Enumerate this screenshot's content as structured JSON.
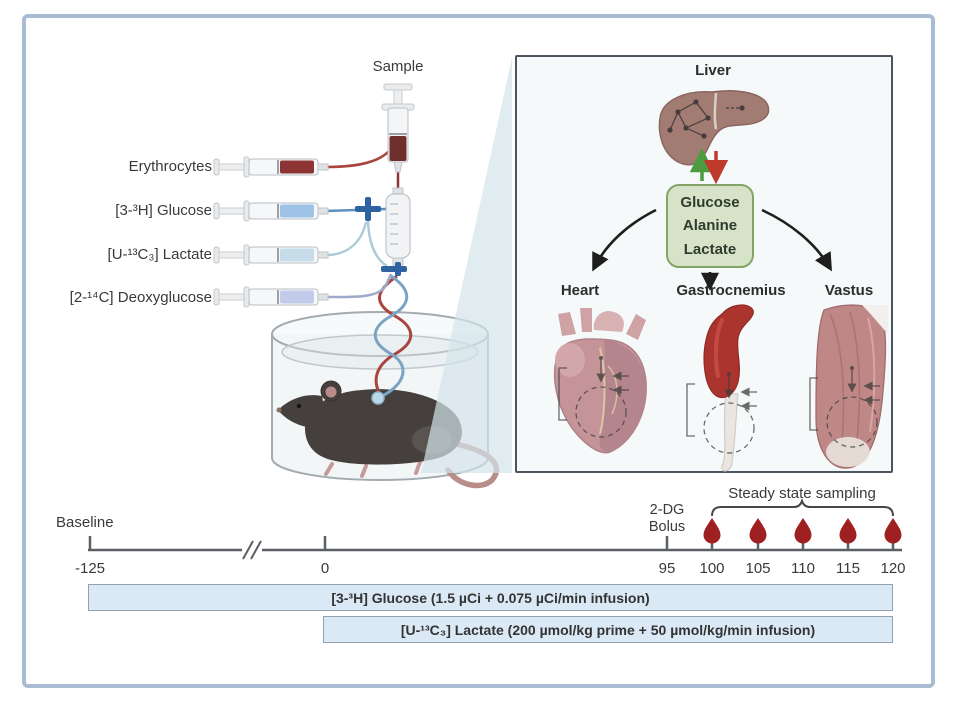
{
  "figure": {
    "frame_border_color": "#a9bcd3",
    "apparatus": {
      "sample_label": "Sample",
      "syringes": [
        {
          "label": "Erythrocytes",
          "fluid_color": "#8e3434"
        },
        {
          "label": "[3-³H] Glucose",
          "fluid_color": "#9ec3e6"
        },
        {
          "label": "[U-¹³C₃] Lactate",
          "fluid_color": "#c6dde9"
        },
        {
          "label": "[2-¹⁴C] Deoxyglucose",
          "fluid_color": "#c3cbea"
        }
      ],
      "animal": "mouse in open glass container with twisted red and blue tether lines"
    },
    "inset": {
      "liver_label": "Liver",
      "flux_arrow_up_color": "#4c9b40",
      "flux_arrow_down_color": "#bf3a2b",
      "metabolite_box": {
        "lines": [
          "Glucose",
          "Alanine",
          "Lactate"
        ],
        "fill": "#d6e3c9",
        "border": "#82a566"
      },
      "organs": [
        {
          "label": "Heart"
        },
        {
          "label": "Gastrocnemius"
        },
        {
          "label": "Vastus"
        }
      ]
    },
    "timeline": {
      "baseline_label": "Baseline",
      "bolus_label": "2-DG\nBolus",
      "sampling_label": "Steady state sampling",
      "ticks": [
        "-125",
        "0",
        "95",
        "100",
        "105",
        "110",
        "115",
        "120"
      ],
      "sampling_drop_count": 5,
      "drop_color": "#9e2020",
      "bars": [
        {
          "label": "[3-³H] Glucose (1.5 µCi + 0.075 µCi/min infusion)",
          "start_tick": "-125",
          "end_tick": "120"
        },
        {
          "label": "[U-¹³C₃] Lactate (200 µmol/kg prime + 50 µmol/kg/min infusion)",
          "start_tick": "0",
          "end_tick": "120"
        }
      ],
      "bar_fill": "#dbe9f6"
    }
  }
}
